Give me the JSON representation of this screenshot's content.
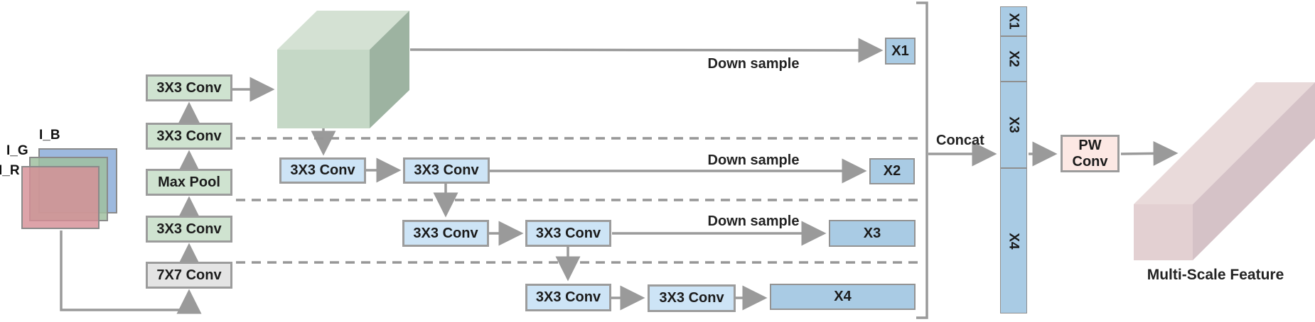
{
  "labels": {
    "input_b": "I_B",
    "input_g": "I_G",
    "input_r": "I_R",
    "conv7": "7X7 Conv",
    "conv3": "3X3 Conv",
    "maxpool": "Max Pool",
    "downsample": "Down sample",
    "concat": "Concat",
    "pw": "PW Conv",
    "x1": "X1",
    "x2": "X2",
    "x3": "X3",
    "x4": "X4",
    "output": "Multi-Scale Feature"
  },
  "colors": {
    "green_box": "#cfe3d0",
    "gray_box": "#e4e4e4",
    "blue_box": "#cde4f6",
    "output_box": "#a9cbe4",
    "pw_box": "#fce8e4",
    "cube_top": "#d4e1d3",
    "cube_front": "#c5d8c6",
    "cube_side": "#9db3a1",
    "bar_top": "#e9dada",
    "bar_front": "#e3d0d2",
    "bar_side": "#d5c2c7",
    "input_blue": "#9ab8dd",
    "input_green": "#adc9ad",
    "input_red": "#d9a1a7",
    "wire": "#9a9a9a"
  }
}
